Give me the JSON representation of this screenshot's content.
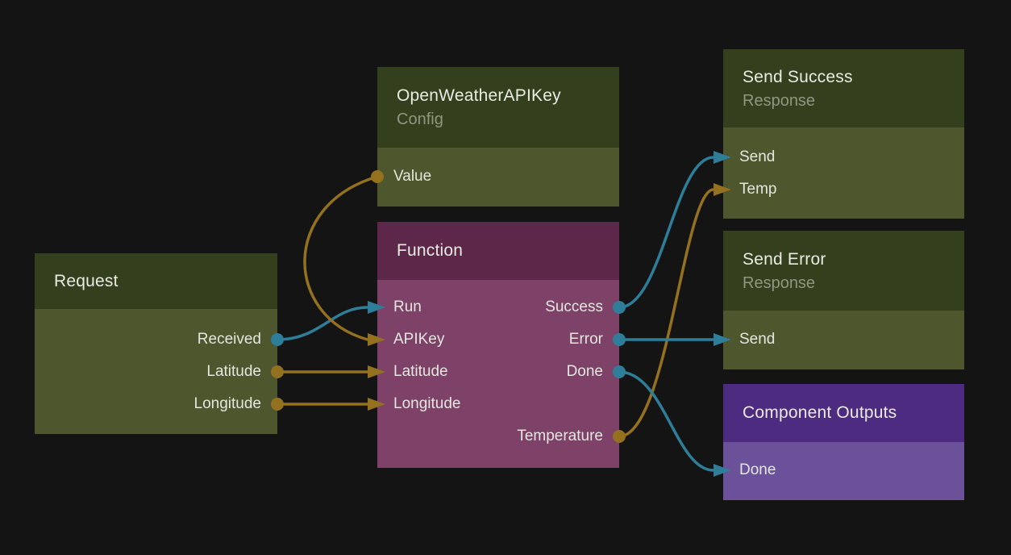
{
  "canvas": {
    "background": "#141414"
  },
  "colors": {
    "exec_wire": "#2e7e9a",
    "data_wire": "#94711f",
    "olive_header": "#34401d",
    "olive_body": "#4d562c",
    "plum_header": "#5c2748",
    "plum_body": "#7e4168",
    "violet_header": "#4d2b80",
    "violet_body": "#6b5199",
    "title_text": "#e9ebe3",
    "subtitle_text": "#8e9782",
    "port_text": "#e5e6e0"
  },
  "nodes": {
    "request": {
      "title": "Request",
      "outputs": [
        {
          "label": "Received",
          "type": "exec"
        },
        {
          "label": "Latitude",
          "type": "data"
        },
        {
          "label": "Longitude",
          "type": "data"
        }
      ]
    },
    "open_weather_api_key": {
      "title": "OpenWeatherAPIKey",
      "subtitle": "Config",
      "outputs": [
        {
          "label": "Value",
          "type": "data"
        }
      ]
    },
    "function": {
      "title": "Function",
      "inputs": [
        {
          "label": "Run",
          "type": "exec"
        },
        {
          "label": "APIKey",
          "type": "data"
        },
        {
          "label": "Latitude",
          "type": "data"
        },
        {
          "label": "Longitude",
          "type": "data"
        }
      ],
      "outputs": [
        {
          "label": "Success",
          "type": "exec"
        },
        {
          "label": "Error",
          "type": "exec"
        },
        {
          "label": "Done",
          "type": "exec"
        },
        {
          "label": "Temperature",
          "type": "data"
        }
      ]
    },
    "send_success": {
      "title": "Send Success",
      "subtitle": "Response",
      "inputs": [
        {
          "label": "Send",
          "type": "exec"
        },
        {
          "label": "Temp",
          "type": "data"
        }
      ]
    },
    "send_error": {
      "title": "Send Error",
      "subtitle": "Response",
      "inputs": [
        {
          "label": "Send",
          "type": "exec"
        }
      ]
    },
    "component_outputs": {
      "title": "Component Outputs",
      "inputs": [
        {
          "label": "Done",
          "type": "exec"
        }
      ]
    }
  },
  "connections": [
    {
      "from": "Request.Received",
      "to": "Function.Run",
      "type": "exec"
    },
    {
      "from": "OpenWeatherAPIKey.Value",
      "to": "Function.APIKey",
      "type": "data"
    },
    {
      "from": "Request.Latitude",
      "to": "Function.Latitude",
      "type": "data"
    },
    {
      "from": "Request.Longitude",
      "to": "Function.Longitude",
      "type": "data"
    },
    {
      "from": "Function.Success",
      "to": "Send Success.Send",
      "type": "exec"
    },
    {
      "from": "Function.Temperature",
      "to": "Send Success.Temp",
      "type": "data"
    },
    {
      "from": "Function.Error",
      "to": "Send Error.Send",
      "type": "exec"
    },
    {
      "from": "Function.Done",
      "to": "Component Outputs.Done",
      "type": "exec"
    }
  ]
}
